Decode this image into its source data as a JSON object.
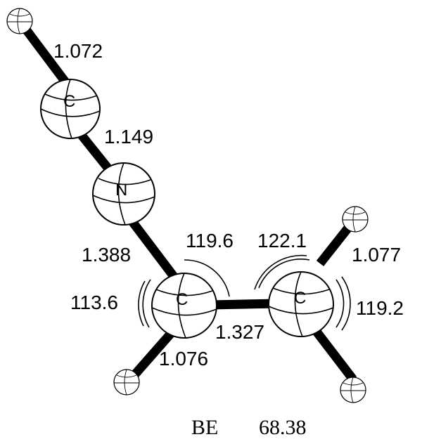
{
  "atoms": {
    "c_top": "C",
    "n": "N",
    "c_left": "C",
    "c_right": "C"
  },
  "bond_lengths": {
    "h_c_top": "1.072",
    "c_n": "1.149",
    "n_c": "1.388",
    "c_c": "1.327",
    "c_h_left": "1.076",
    "c_h_right_top": "1.077"
  },
  "angles": {
    "left_upper": "119.6",
    "left_outer": "113.6",
    "right_upper": "122.1",
    "right_outer": "119.2"
  },
  "caption": {
    "label": "BE",
    "value": "68.38"
  }
}
